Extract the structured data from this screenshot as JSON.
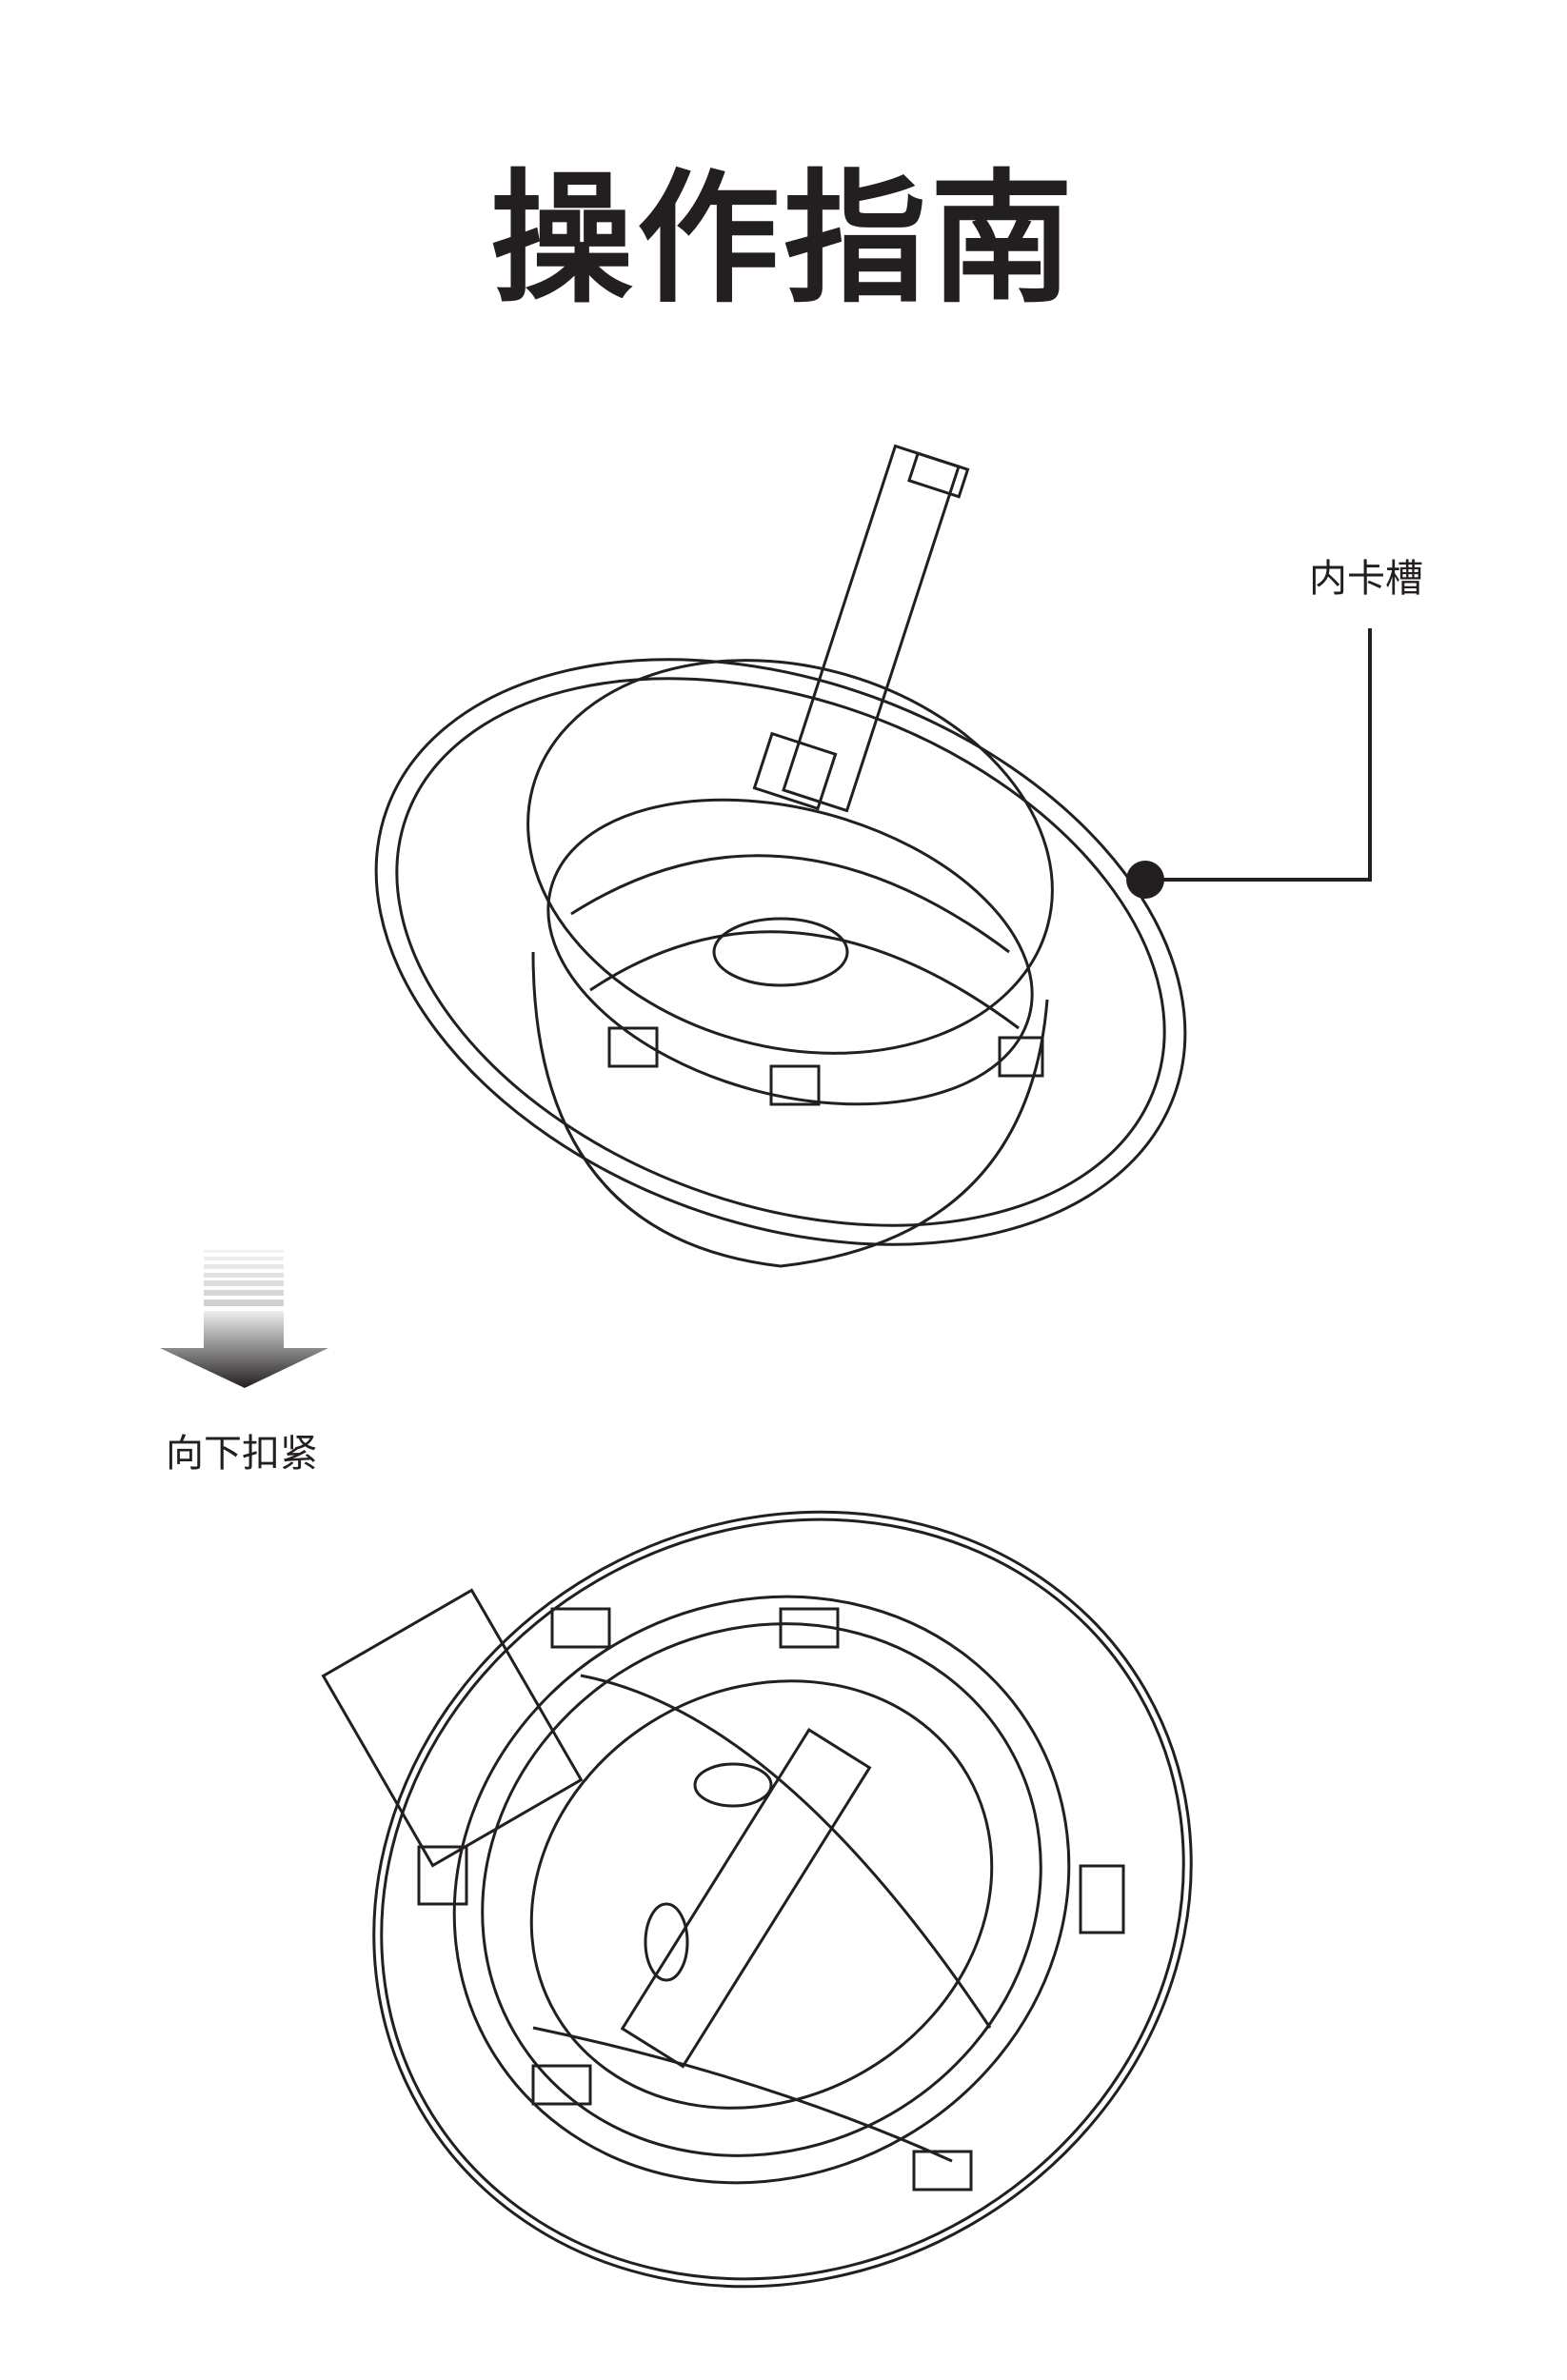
{
  "title": "操作指南",
  "callout": {
    "label": "内卡槽"
  },
  "step": {
    "label": "向下扣紧"
  },
  "colors": {
    "ink": "#231f20",
    "arrow_top": "#e6e6e6",
    "arrow_bottom": "#231f20"
  }
}
